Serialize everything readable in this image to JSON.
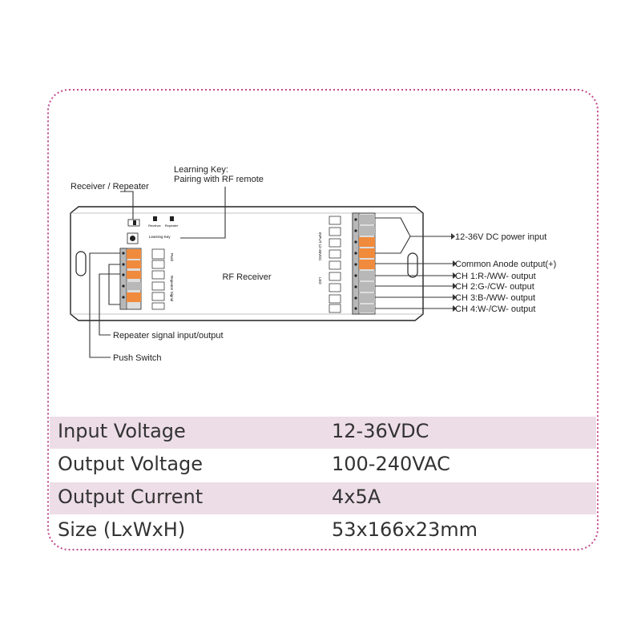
{
  "colors": {
    "border": "#c04a8c",
    "row_shade": "#eddde6",
    "terminal_orange": "#f08a3c",
    "terminal_gray": "#b8b8b8",
    "line": "#333333"
  },
  "diagram": {
    "device_label": "RF Receiver",
    "learning_key_small": "Learning Key",
    "small_receiver_label": "Receiver",
    "small_repeater_label": "Repeater",
    "push_small": "Push",
    "repeater_signal_small": "Repeater Signal",
    "input_small": "INPUT 12-36VDC",
    "led_small": "LED",
    "callouts": {
      "receiver_repeater": "Receiver / Repeater",
      "learning_key_line1": "Learning Key:",
      "learning_key_line2": "Pairing with RF remote",
      "power_input": "12-36V DC power input",
      "common_anode": "Common Anode output(+)",
      "ch1": "CH 1:R-/WW- output",
      "ch2": "CH 2:G-/CW- output",
      "ch3": "CH 3:B-/WW- output",
      "ch4": "CH 4:W-/CW- output",
      "repeater_signal": "Repeater signal input/output",
      "push_switch": "Push Switch"
    }
  },
  "specs": [
    {
      "label": "Input Voltage",
      "value": "12-36VDC"
    },
    {
      "label": "Output Voltage",
      "value": "100-240VAC"
    },
    {
      "label": "Output Current",
      "value": "4x5A"
    },
    {
      "label": "Size (LxWxH)",
      "value": "53x166x23mm"
    }
  ]
}
